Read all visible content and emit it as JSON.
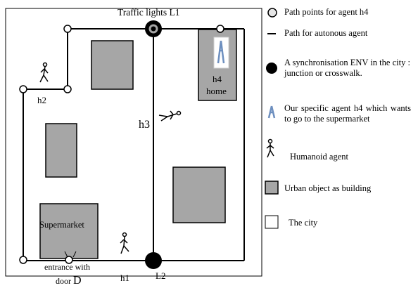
{
  "diagram": {
    "labels": {
      "traffic_lights_top": "Traffic lights L1",
      "l2": "L2",
      "h1": "h1",
      "h2": "h2",
      "h3": "h3",
      "h4": "h4",
      "home": "home",
      "supermarket": "Supermarket",
      "entrance_line1": "entrance with",
      "entrance_line2": "door",
      "door_letter": "D"
    }
  },
  "legend": {
    "path_points": "Path points for agent h4",
    "path_auto": "Path for autonous agent",
    "sync_env": "A synchronisation ENV in the city : junction or crosswalk.",
    "specific_agent": "Our specific agent h4 which wants to go to the supermarket",
    "humanoid": "Humanoid agent",
    "urban_object": "Urban object as building",
    "city": "The city"
  },
  "colors": {
    "building_fill": "#a6a6a6",
    "path_point_fill": "#ffffff",
    "sync_fill": "#000000",
    "agent_h4_fill": "#6d8fbf"
  }
}
